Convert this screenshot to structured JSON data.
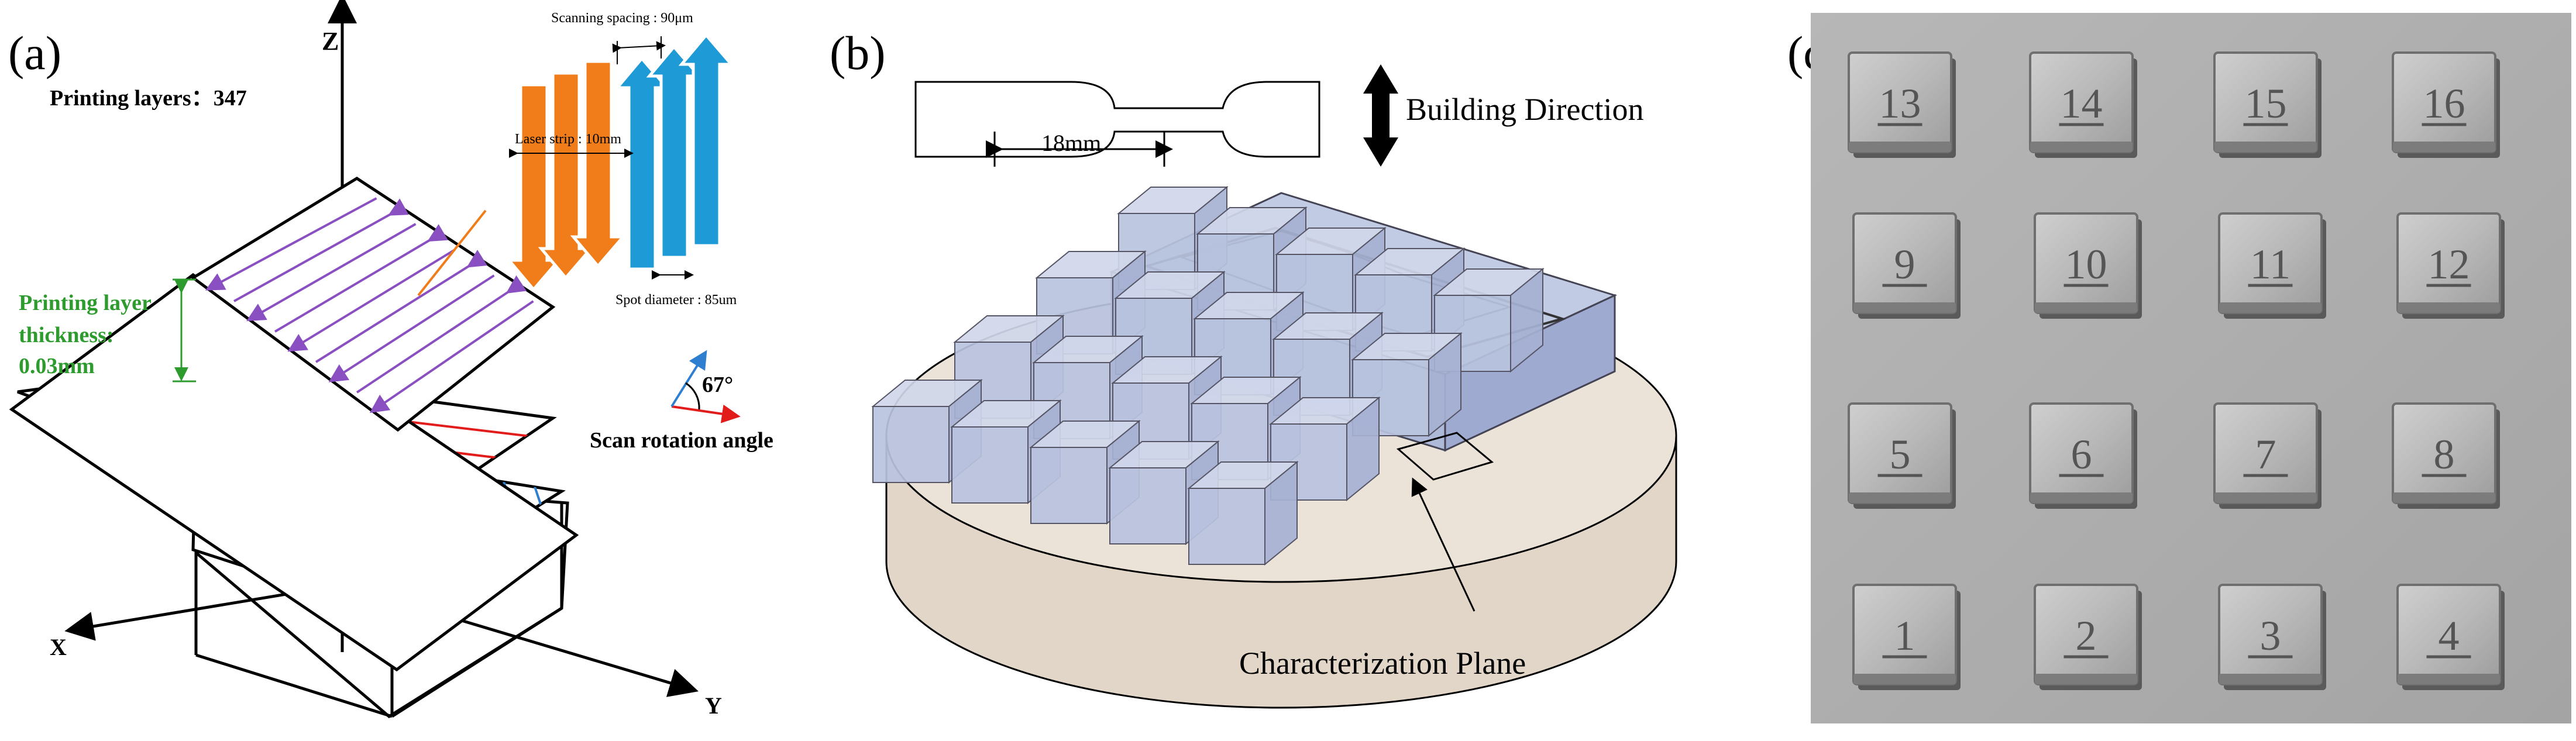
{
  "panel_a": {
    "label": "(a)",
    "axis_z": "Z",
    "axis_x": "X",
    "axis_y": "Y",
    "printing_layers": "Printing layers：347",
    "scanning_spacing": "Scanning spacing : 90μm",
    "laser_strip": "Laser strip : 10mm",
    "spot_diameter": "Spot diameter : 85um",
    "layer_thickness_line1": "Printing layer",
    "layer_thickness_line2": "thickness:",
    "layer_thickness_line3": "0.03mm",
    "rotation_value": "67°",
    "rotation_label": "Scan rotation angle",
    "colors": {
      "purple": "#8a4fc1",
      "red": "#e21b1b",
      "blue": "#2f7fd0",
      "orange": "#f07d1a",
      "cyan": "#1e9ad6",
      "green": "#2e9b2e"
    }
  },
  "panel_b": {
    "label": "(b)",
    "dimension": "18mm",
    "building_direction": "Building Direction",
    "characterization_plane": "Characterization Plane",
    "colors": {
      "plate": "#ece3d8",
      "cube": "#b9c3de"
    }
  },
  "panel_c": {
    "label": "(c)",
    "samples": [
      [
        "13",
        "14",
        "15",
        "16"
      ],
      [
        "9",
        "10",
        "11",
        "12"
      ],
      [
        "5",
        "6",
        "7",
        "8"
      ],
      [
        "1",
        "2",
        "3",
        "4"
      ]
    ]
  }
}
